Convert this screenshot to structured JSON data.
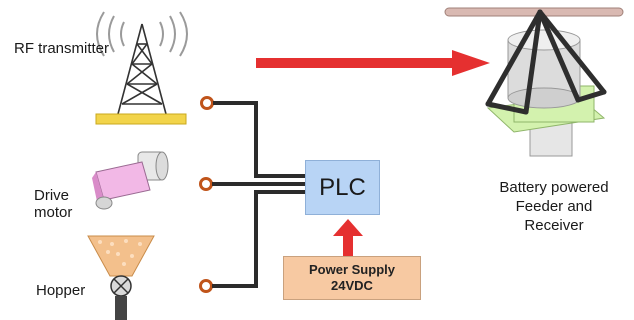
{
  "labels": {
    "rf_transmitter": "RF transmitter",
    "drive_motor": "Drive motor",
    "hopper": "Hopper",
    "battery_line1": "Battery powered",
    "battery_line2": "Feeder and",
    "battery_line3": "Receiver",
    "plc": "PLC",
    "power_line1": "Power Supply",
    "power_line2": "24VDC"
  },
  "colors": {
    "plc_fill": "#b8d4f5",
    "power_fill": "#f7c9a2",
    "signal_arrow": "#e53030",
    "wire": "#2b2b2b",
    "terminal": "#c0541a"
  }
}
